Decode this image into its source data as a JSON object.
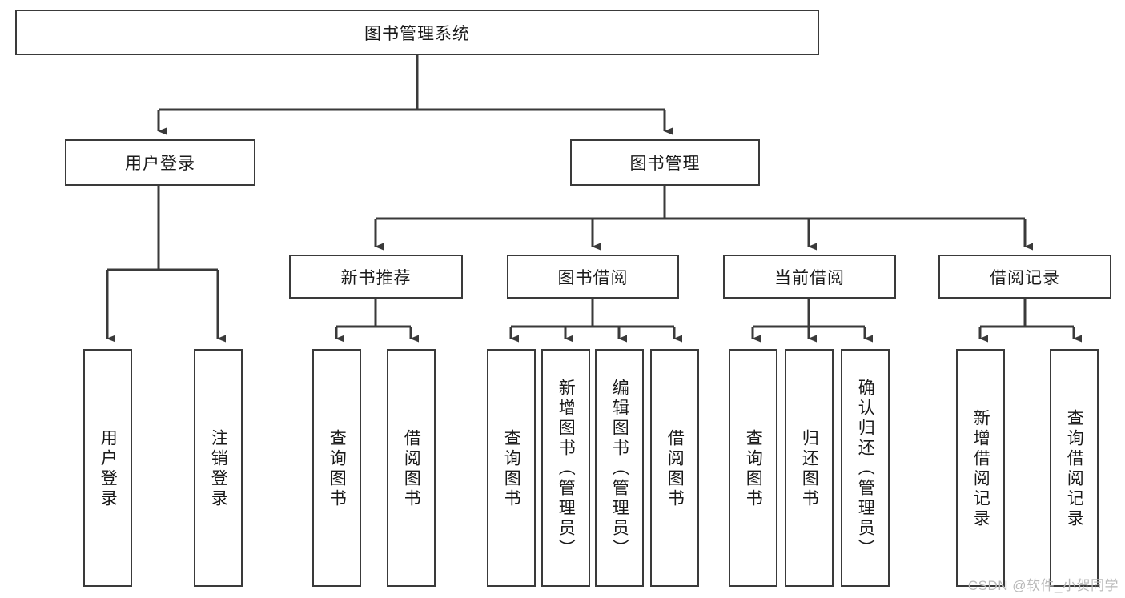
{
  "diagram": {
    "type": "tree-hierarchy",
    "title": "图书管理系统",
    "watermark": "CSDN @软件_小贺同学",
    "colors": {
      "box_border": "#3a3a3a",
      "box_fill": "#ffffff",
      "connector": "#3a3a3a",
      "text": "#1a1a1a",
      "watermark": "#b9b9b9"
    },
    "root": {
      "label": "图书管理系统"
    },
    "level2": [
      {
        "label": "用户登录"
      },
      {
        "label": "图书管理"
      }
    ],
    "level3": [
      {
        "label": "新书推荐"
      },
      {
        "label": "图书借阅"
      },
      {
        "label": "当前借阅"
      },
      {
        "label": "借阅记录"
      }
    ],
    "leaves": {
      "user_login": [
        {
          "label": "用户登录"
        },
        {
          "label": "注销登录"
        }
      ],
      "new_book_recommend": [
        {
          "label": "查询图书"
        },
        {
          "label": "借阅图书"
        }
      ],
      "book_borrow": [
        {
          "label": "查询图书"
        },
        {
          "label": "新增图书（管理员）"
        },
        {
          "label": "编辑图书（管理员）"
        },
        {
          "label": "借阅图书"
        }
      ],
      "current_borrow": [
        {
          "label": "查询图书"
        },
        {
          "label": "归还图书"
        },
        {
          "label": "确认归还（管理员）"
        }
      ],
      "borrow_record": [
        {
          "label": "新增借阅记录"
        },
        {
          "label": "查询借阅记录"
        }
      ]
    }
  }
}
